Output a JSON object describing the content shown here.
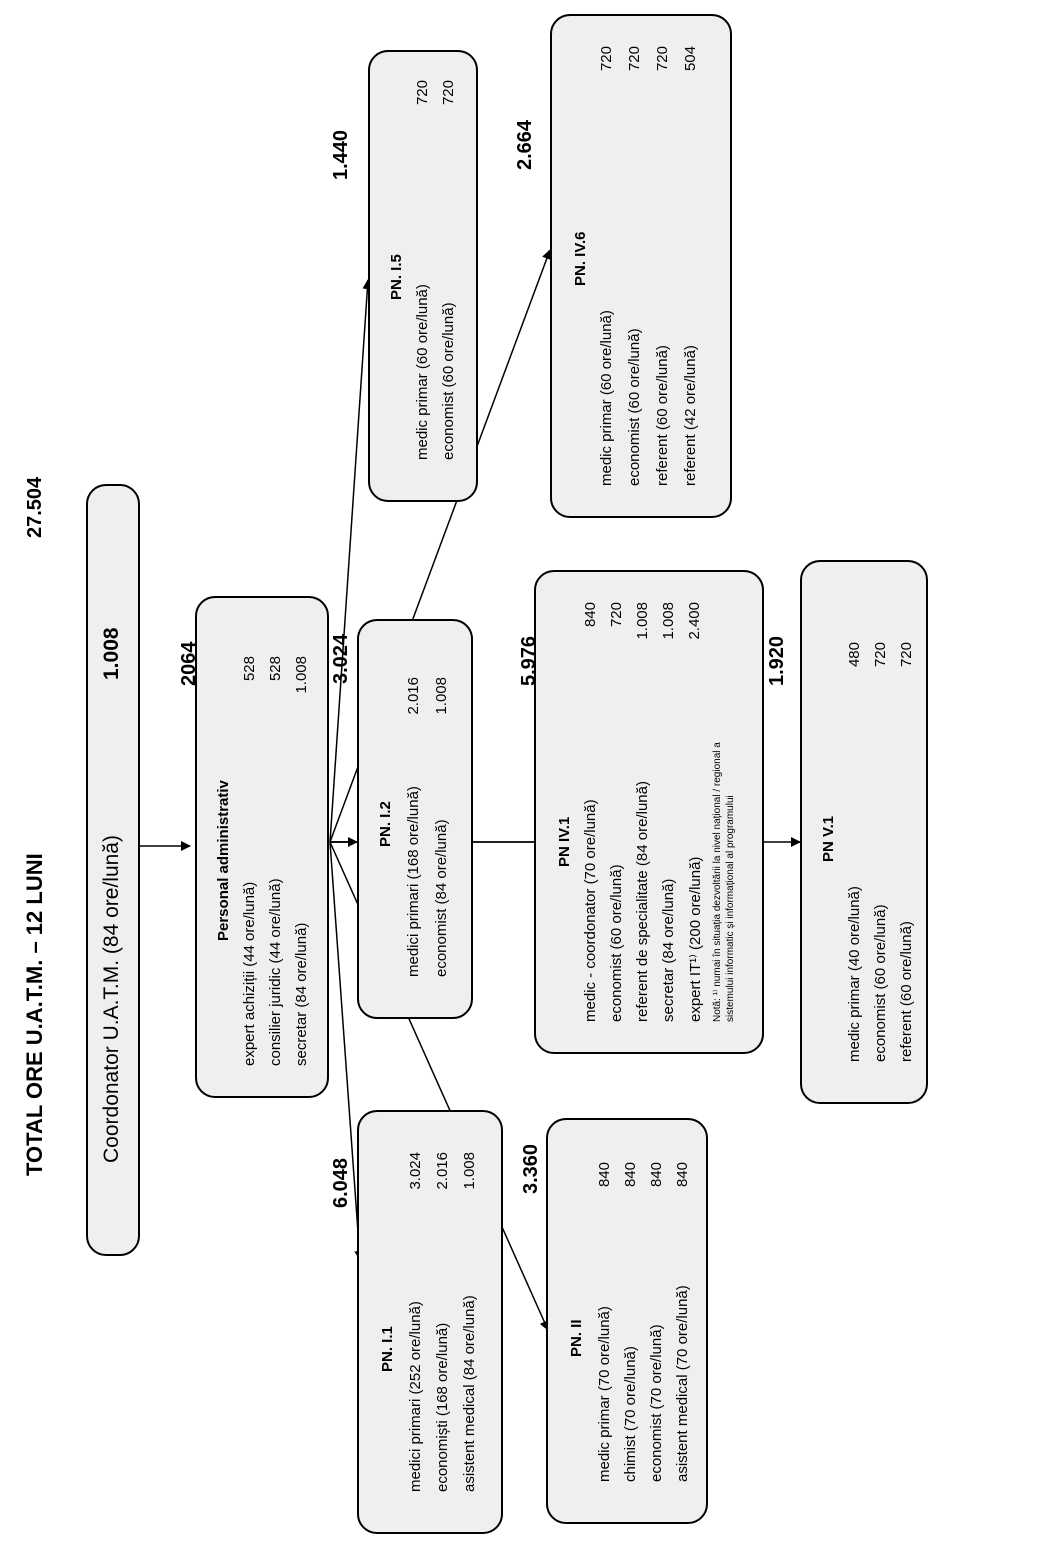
{
  "header": {
    "title": "TOTAL ORE U.A.T.M. – 12 LUNI",
    "total": "27.504"
  },
  "coordinator": {
    "label": "Coordonator U.A.T.M. (84 ore/lună)",
    "hours": "1.008"
  },
  "admin": {
    "title": "Personal administrativ",
    "total": "2064",
    "rows": [
      {
        "label": "expert achiziții (44 ore/lună)",
        "value": "528"
      },
      {
        "label": "consilier juridic (44 ore/lună)",
        "value": "528"
      },
      {
        "label": "secretar (84 ore/lună)",
        "value": "1.008"
      }
    ]
  },
  "pn_i1": {
    "title": "PN. I.1",
    "total": "6.048",
    "rows": [
      {
        "label": "medici primari (252 ore/lună)",
        "value": "3.024"
      },
      {
        "label": "economiști (168 ore/lună)",
        "value": "2.016"
      },
      {
        "label": "asistent medical (84 ore/lună)",
        "value": "1.008"
      }
    ]
  },
  "pn_i2": {
    "title": "PN. I.2",
    "total": "3.024",
    "rows": [
      {
        "label": "medici primari (168 ore/lună)",
        "value": "2.016"
      },
      {
        "label": "economist (84 ore/lună)",
        "value": "1.008"
      }
    ]
  },
  "pn_i5": {
    "title": "PN. I.5",
    "total": "1.440",
    "rows": [
      {
        "label": "medic primar (60 ore/lună)",
        "value": "720"
      },
      {
        "label": "economist (60 ore/lună)",
        "value": "720"
      }
    ]
  },
  "pn_ii": {
    "title": "PN. II",
    "total": "3.360",
    "rows": [
      {
        "label": "medic primar (70 ore/lună)",
        "value": "840"
      },
      {
        "label": "chimist (70 ore/lună)",
        "value": "840"
      },
      {
        "label": "economist (70 ore/lună)",
        "value": "840"
      },
      {
        "label": "asistent medical (70 ore/lună)",
        "value": "840"
      }
    ]
  },
  "pn_iv1": {
    "title": "PN IV.1",
    "total": "5.976",
    "rows": [
      {
        "label": "medic - coordonator (70 ore/lună)",
        "value": "840"
      },
      {
        "label": "economist (60 ore/lună)",
        "value": "720"
      },
      {
        "label": "referent de specialitate (84 ore/lună)",
        "value": "1.008"
      },
      {
        "label": "secretar (84 ore/lună)",
        "value": "1.008"
      },
      {
        "label": "expert IT¹⁾ (200 ore/lună)",
        "value": "2.400"
      }
    ],
    "note_line1": "Notă: ¹⁾ numai în situația dezvoltării la nivel național / regional a",
    "note_line2": "sistemului informatic și informațional al programului"
  },
  "pn_iv6": {
    "title": "PN. IV.6",
    "total": "2.664",
    "rows": [
      {
        "label": "medic primar (60 ore/lună)",
        "value": "720"
      },
      {
        "label": "economist (60 ore/lună)",
        "value": "720"
      },
      {
        "label": "referent (60 ore/lună)",
        "value": "720"
      },
      {
        "label": "referent (42 ore/lună)",
        "value": "504"
      }
    ]
  },
  "pn_v1": {
    "title": "PN V.1",
    "total": "1.920",
    "rows": [
      {
        "label": "medic primar (40 ore/lună)",
        "value": "480"
      },
      {
        "label": "economist (60 ore/lună)",
        "value": "720"
      },
      {
        "label": "referent (60 ore/lună)",
        "value": "720"
      }
    ]
  }
}
